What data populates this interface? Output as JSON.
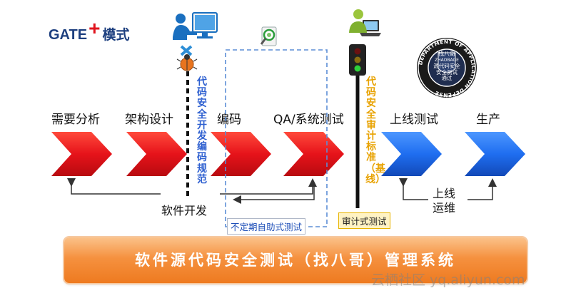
{
  "title": {
    "prefix": "GATE",
    "plus": "+",
    "mode": "模式"
  },
  "stages": [
    "需要分析",
    "架构设计",
    "编码",
    "QA/系统测试",
    "上线测试",
    "生产"
  ],
  "vertical_labels": {
    "secure_coding": "代码安全开发编码规范",
    "audit_standard": "代码安全审计标准（基线）"
  },
  "labels": {
    "dev": "软件开发",
    "ops": "上线\n运维",
    "self_test": "不定期自助式测试",
    "audit_test": "审计式测试"
  },
  "banner": "软件源代码安全测试（找八哥）管理系统",
  "watermark": "云栖社区 yq.aliyun.com",
  "seal": {
    "ring_text": "DEPARTMENT OF APPLICATION DEFENSE",
    "inner_name": "找八哥",
    "inner_sub": "ZHAOBAGE",
    "inner_lines": "源代码安全\n安全测试\n通过"
  },
  "colors": {
    "red": "#e6131a",
    "blue": "#1f6ef0",
    "orange": "#f0861e",
    "navy": "#1d3f7f"
  }
}
